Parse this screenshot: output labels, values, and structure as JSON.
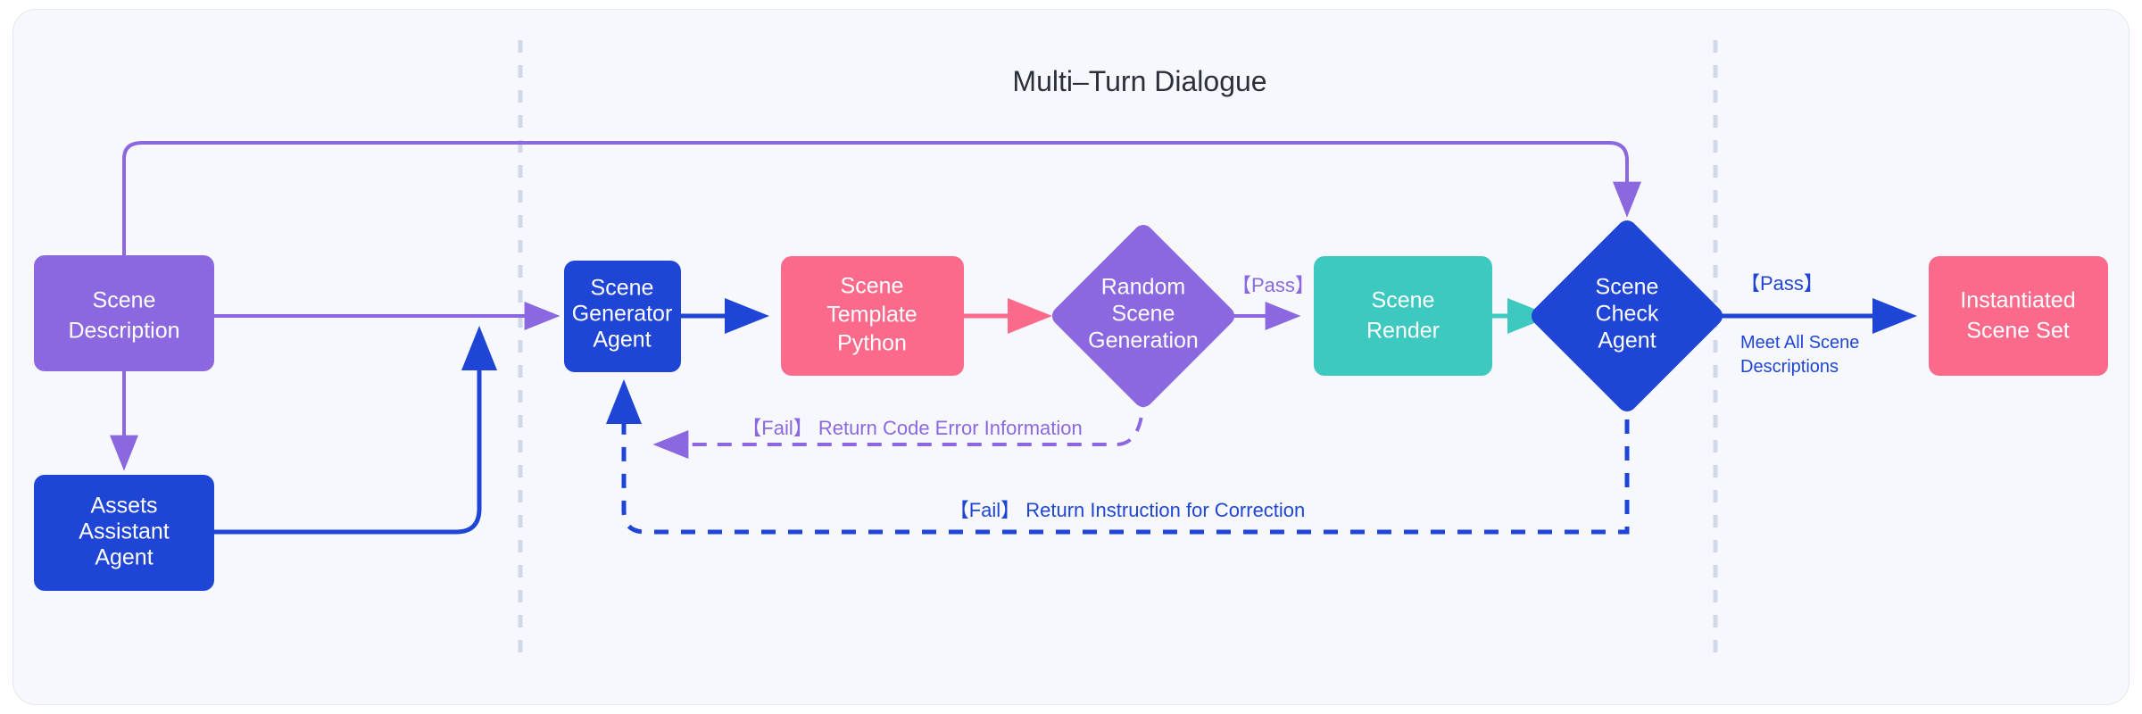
{
  "diagram": {
    "title": "Multi–Turn Dialogue",
    "background": "#f6f8fd",
    "colors": {
      "purple": "#8b68e0",
      "blue": "#1f45d6",
      "pink": "#fb6a8a",
      "teal": "#3ec9c0",
      "divider": "#d3d8e6",
      "panel_bg": "#f6f8fd",
      "panel_border": "#e3e7f0",
      "title_text": "#2b303b"
    }
  },
  "nodes": {
    "scene_description": {
      "label_line1": "Scene",
      "label_line2": "Description",
      "shape": "rounded-rect",
      "color": "#8b68e0"
    },
    "assets_assistant_agent": {
      "label_line1": "Assets",
      "label_line2": "Assistant",
      "label_line3": "Agent",
      "shape": "rounded-rect",
      "color": "#1f45d6"
    },
    "scene_generator_agent": {
      "label_line1": "Scene",
      "label_line2": "Generator",
      "label_line3": "Agent",
      "shape": "rounded-rect",
      "color": "#1f45d6"
    },
    "scene_template_python": {
      "label_line1": "Scene",
      "label_line2": "Template",
      "label_line3": "Python",
      "shape": "rounded-rect",
      "color": "#fb6a8a"
    },
    "random_scene_generation": {
      "label_line1": "Random",
      "label_line2": "Scene",
      "label_line3": "Generation",
      "shape": "diamond",
      "color": "#8b68e0"
    },
    "scene_render": {
      "label_line1": "Scene",
      "label_line2": "Render",
      "shape": "rounded-rect",
      "color": "#3ec9c0"
    },
    "scene_check_agent": {
      "label_line1": "Scene",
      "label_line2": "Check",
      "label_line3": "Agent",
      "shape": "diamond",
      "color": "#1f45d6"
    },
    "instantiated_scene_set": {
      "label_line1": "Instantiated",
      "label_line2": "Scene Set",
      "shape": "rounded-rect",
      "color": "#fb6a8a"
    }
  },
  "edge_labels": {
    "pass_to_render": "【Pass】",
    "pass_to_output": "【Pass】",
    "meet_all_scene_line1": "Meet All Scene",
    "meet_all_scene_line2": "Descriptions",
    "fail_code_error": "【Fail】 Return Code Error Information",
    "fail_instruction": "【Fail】 Return Instruction for Correction"
  }
}
